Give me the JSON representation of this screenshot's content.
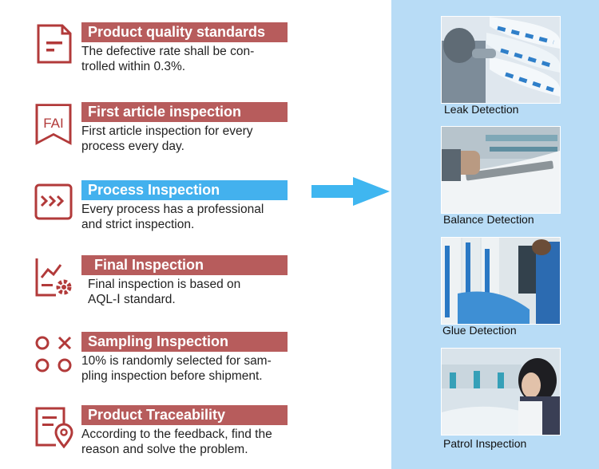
{
  "colors": {
    "red_label": "#b75c5c",
    "blue_label": "#43b1ee",
    "right_panel": "#b8dcf6",
    "icon": "#b23a3a"
  },
  "items": [
    {
      "title": "Product quality standards",
      "desc1": "The defective rate shall be con-",
      "desc2": "trolled within 0.3%.",
      "icon": "document-icon"
    },
    {
      "title": "First article inspection",
      "icon_text": "FAI",
      "desc1": "First article inspection for every",
      "desc2": "process every day.",
      "icon": "fai-tag-icon"
    },
    {
      "title": "Process Inspection",
      "desc1": "Every process has a professional",
      "desc2": "and strict inspection.",
      "icon": "process-arrows-icon"
    },
    {
      "title": "Final Inspection",
      "desc1": "Final inspection is based on",
      "desc2": "AQL-Ⅰ standard.",
      "icon": "chart-gear-icon"
    },
    {
      "title": "Sampling Inspection",
      "desc1": "10% is randomly selected for sam-",
      "desc2": "pling inspection before shipment.",
      "icon": "sampling-xo-icon"
    },
    {
      "title": "Product Traceability",
      "desc1": "According to the feedback, find the",
      "desc2": "reason and solve the problem.",
      "icon": "traceability-icon"
    }
  ],
  "photos": [
    {
      "caption": "Leak Detection"
    },
    {
      "caption": "Balance Detection"
    },
    {
      "caption": "Glue Detection"
    },
    {
      "caption": "Patrol Inspection"
    }
  ]
}
